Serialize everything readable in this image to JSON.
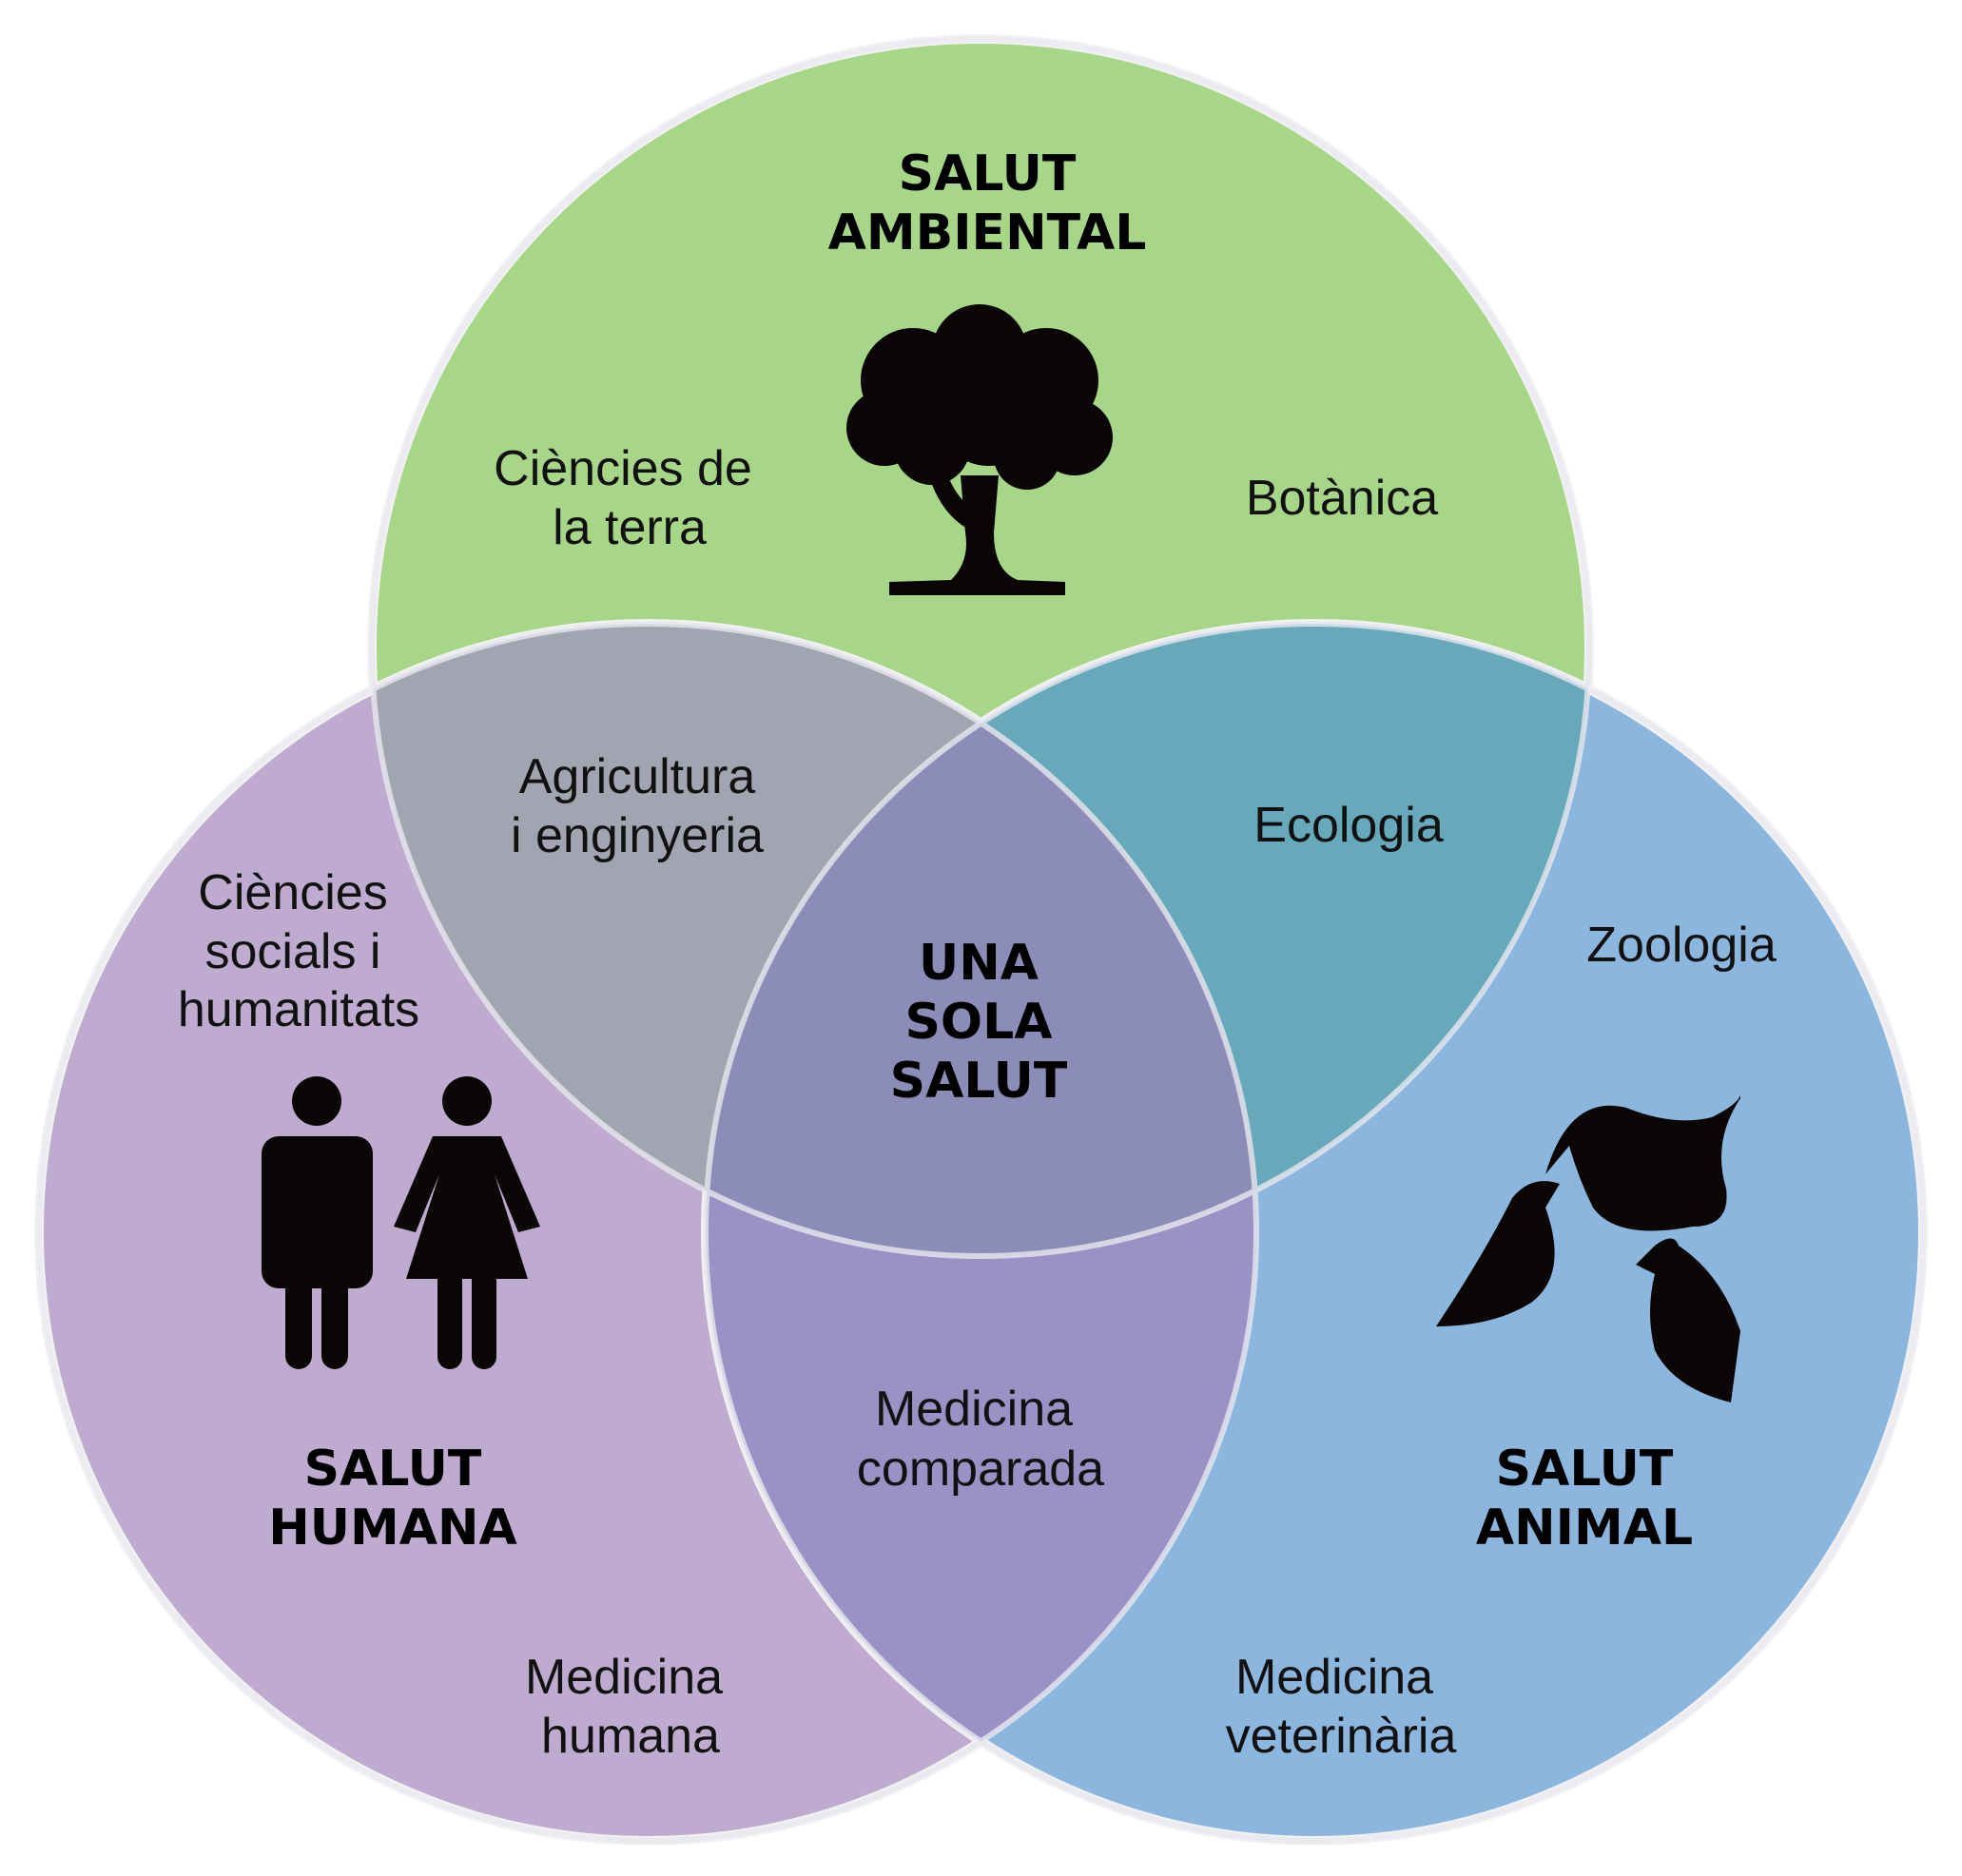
{
  "colors": {
    "environmental": "#a8d688",
    "human": "#bfaad0",
    "animal": "#8cb6de",
    "env_human": "#a2a4b2",
    "env_animal": "#67a8bb",
    "human_animal": "#9a92c4",
    "center": "#8b8cb8",
    "outline": "#f2f2f2",
    "icon": "#0a0606"
  },
  "circles": {
    "environmental": {
      "title": [
        "SALUT",
        "AMBIENTAL"
      ],
      "icon": "tree-icon"
    },
    "human": {
      "title": [
        "SALUT",
        "HUMANA"
      ],
      "icon": "people-icon"
    },
    "animal": {
      "title": [
        "SALUT",
        "ANIMAL"
      ],
      "icon": "birds-icon"
    }
  },
  "center": {
    "title": [
      "UNA",
      "SOLA",
      "SALUT"
    ]
  },
  "labels": {
    "earth_sciences": [
      "Ciències de",
      "la terra"
    ],
    "botany": [
      "Botànica"
    ],
    "agriculture": [
      "Agricultura",
      "i enginyeria"
    ],
    "ecology": [
      "Ecologia"
    ],
    "social_sciences": [
      "Ciències",
      "socials i",
      "humanitats"
    ],
    "zoology": [
      "Zoologia"
    ],
    "comparative_medicine": [
      "Medicina",
      "comparada"
    ],
    "human_medicine": [
      "Medicina",
      "humana"
    ],
    "veterinary_medicine": [
      "Medicina",
      "veterinària"
    ]
  }
}
